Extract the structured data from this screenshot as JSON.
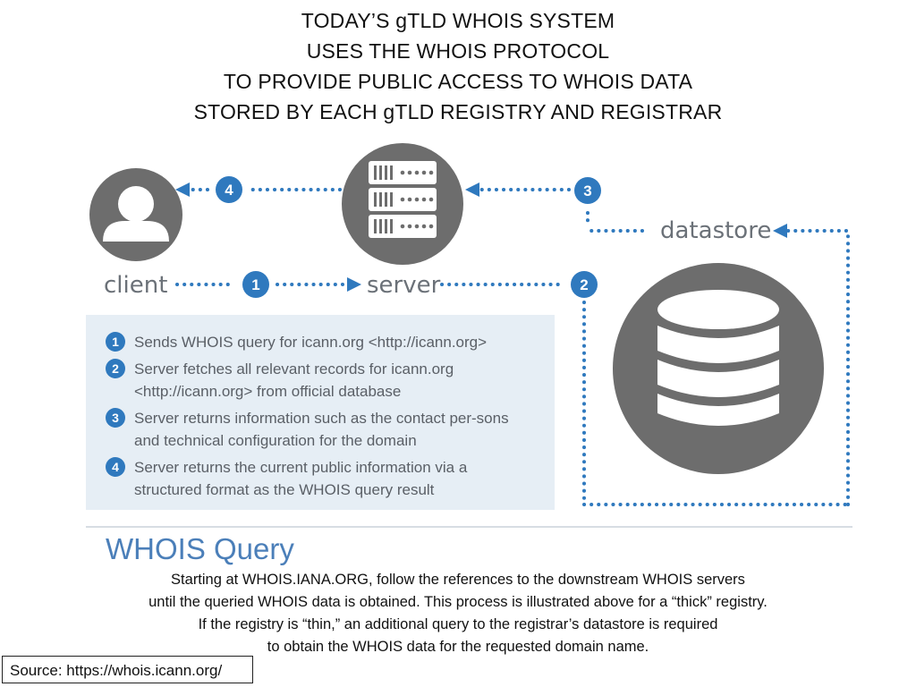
{
  "title_lines": [
    "TODAY’S gTLD WHOIS SYSTEM",
    "USES THE WHOIS PROTOCOL",
    "TO PROVIDE PUBLIC ACCESS TO WHOIS DATA",
    "STORED BY EACH gTLD REGISTRY AND REGISTRAR"
  ],
  "diagram": {
    "client_label": "client",
    "server_label": "server",
    "datastore_label": "datastore",
    "step_badges": [
      "1",
      "2",
      "3",
      "4"
    ],
    "colors": {
      "node": "#6d6d6d",
      "accent": "#2f79be",
      "label": "#6b7178"
    }
  },
  "steps": [
    {
      "num": "1",
      "text": "Sends WHOIS query for icann.org <http://icann.org>"
    },
    {
      "num": "2",
      "text": "Server fetches all relevant records for icann.org <http://icann.org> from official database"
    },
    {
      "num": "3",
      "text": "Server returns information such as the contact per-sons and technical configuration for the domain"
    },
    {
      "num": "4",
      "text": "Server returns the current public information via a structured format as the WHOIS query result"
    }
  ],
  "query_heading": "WHOIS Query",
  "description_lines": [
    "Starting at WHOIS.IANA.ORG, follow the references to the downstream WHOIS servers",
    "until the queried WHOIS data is obtained. This process is illustrated above for a “thick” registry.",
    "If the registry is “thin,” an additional query to the registrar’s datastore is required",
    "to obtain the WHOIS data for the requested domain name."
  ],
  "source": "Source: https://whois.icann.org/"
}
